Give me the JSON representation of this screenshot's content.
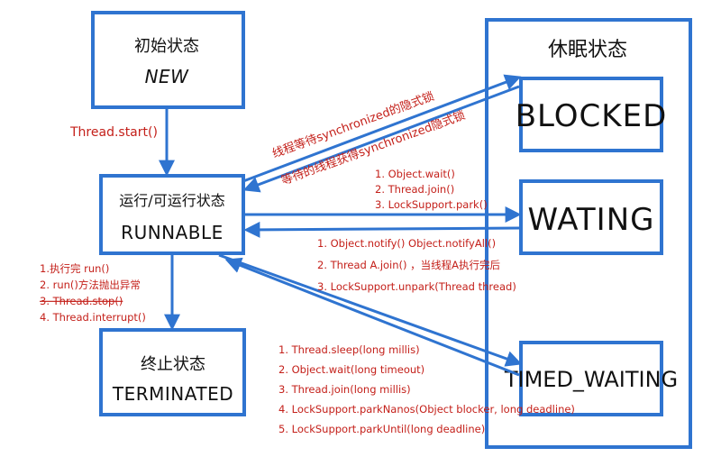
{
  "states": {
    "new": {
      "cn": "初始状态",
      "en": "NEW"
    },
    "runnable": {
      "cn": "运行/可运行状态",
      "en": "RUNNABLE"
    },
    "terminated": {
      "cn": "终止状态",
      "en": "TERMINATED"
    },
    "sleep_group": {
      "cn": "休眠状态"
    },
    "blocked": {
      "en": "BLOCKED"
    },
    "waiting": {
      "en": "WATING"
    },
    "timed_waiting": {
      "en": "TIMED_WAITING"
    }
  },
  "edges": {
    "new_to_runnable": "Thread.start()",
    "runnable_to_blocked": "线程等待synchronized的隐式锁",
    "blocked_to_runnable": "等待的线程获得synchronized隐式锁",
    "runnable_to_waiting": [
      "1. Object.wait()",
      "2. Thread.join()",
      "3. LockSupport.park()"
    ],
    "waiting_to_runnable": [
      "1. Object.notify() Object.notifyAll()",
      "2. Thread A.join() ，当线程A执行完后",
      "3. LockSupport.unpark(Thread thread)"
    ],
    "runnable_to_terminated": [
      "1.执行完 run()",
      "2. run()方法抛出异常",
      "3. Thread.stop()",
      "4. Thread.interrupt()"
    ],
    "runnable_to_timed_waiting": [
      "1. Thread.sleep(long millis)",
      "2. Object.wait(long timeout)",
      "3. Thread.join(long millis)",
      "4. LockSupport.parkNanos(Object blocker, long deadline)",
      "5. LockSupport.parkUntil(long deadline)"
    ]
  },
  "colors": {
    "box": "#2f74d0",
    "annotation": "#c4201a",
    "text": "#111111"
  }
}
